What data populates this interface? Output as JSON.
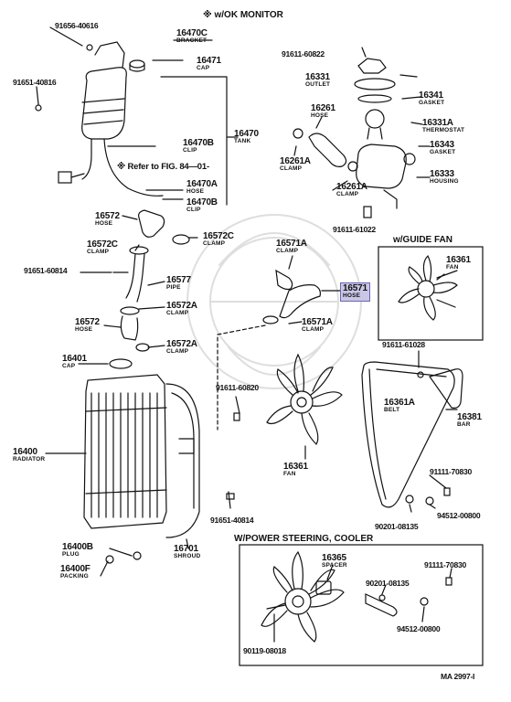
{
  "headers": {
    "ok_monitor": "※ w/OK MONITOR",
    "guide_fan": "w/GUIDE FAN",
    "power_steering": "W/POWER STEERING, COOLER"
  },
  "note": "※ Refer to FIG. 84—01-",
  "diagram_id": "MA 2997-I",
  "colors": {
    "ink": "#111111",
    "highlight": "#c9c6e6",
    "highlight_border": "#6a66b0",
    "watermark": "#d9d9d9"
  },
  "parts": [
    {
      "num": "16470C",
      "name": "BRACKET"
    },
    {
      "num": "16471",
      "name": "CAP"
    },
    {
      "num": "16470",
      "name": "TANK"
    },
    {
      "num": "16470B",
      "name": "CLIP"
    },
    {
      "num": "16470A",
      "name": "HOSE"
    },
    {
      "num": "16470B",
      "name": "CLIP"
    },
    {
      "num": "16331",
      "name": "OUTLET"
    },
    {
      "num": "16341",
      "name": "GASKET"
    },
    {
      "num": "16261",
      "name": "HOSE"
    },
    {
      "num": "16331A",
      "name": "THERMOSTAT"
    },
    {
      "num": "16343",
      "name": "GASKET"
    },
    {
      "num": "16261A",
      "name": "CLAMP"
    },
    {
      "num": "16333",
      "name": "HOUSING"
    },
    {
      "num": "16261A",
      "name": "CLAMP"
    },
    {
      "num": "16572",
      "name": "HOSE"
    },
    {
      "num": "16572C",
      "name": "CLAMP"
    },
    {
      "num": "16572C",
      "name": "CLAMP"
    },
    {
      "num": "16571A",
      "name": "CLAMP"
    },
    {
      "num": "16361",
      "name": "FAN"
    },
    {
      "num": "16577",
      "name": "PIPE"
    },
    {
      "num": "16571",
      "name": "HOSE"
    },
    {
      "num": "16572A",
      "name": "CLAMP"
    },
    {
      "num": "16572",
      "name": "HOSE"
    },
    {
      "num": "16571A",
      "name": "CLAMP"
    },
    {
      "num": "16572A",
      "name": "CLAMP"
    },
    {
      "num": "16401",
      "name": "CAP"
    },
    {
      "num": "16400",
      "name": "RADIATOR"
    },
    {
      "num": "16361A",
      "name": "BELT"
    },
    {
      "num": "16381",
      "name": "BAR"
    },
    {
      "num": "16361",
      "name": "FAN"
    },
    {
      "num": "16400B",
      "name": "PLUG"
    },
    {
      "num": "16701",
      "name": "SHROUD"
    },
    {
      "num": "16400F",
      "name": "PACKING"
    },
    {
      "num": "16365",
      "name": "SPACER"
    }
  ],
  "part_numbers": [
    "91656-40616",
    "91651-40816",
    "91611-60822",
    "91611-61022",
    "91651-60814",
    "91611-61028",
    "91611-60820",
    "91111-70830",
    "94512-00800",
    "90201-08135",
    "91651-40814",
    "91111-70830",
    "90201-08135",
    "94512-00800",
    "90119-08018"
  ]
}
